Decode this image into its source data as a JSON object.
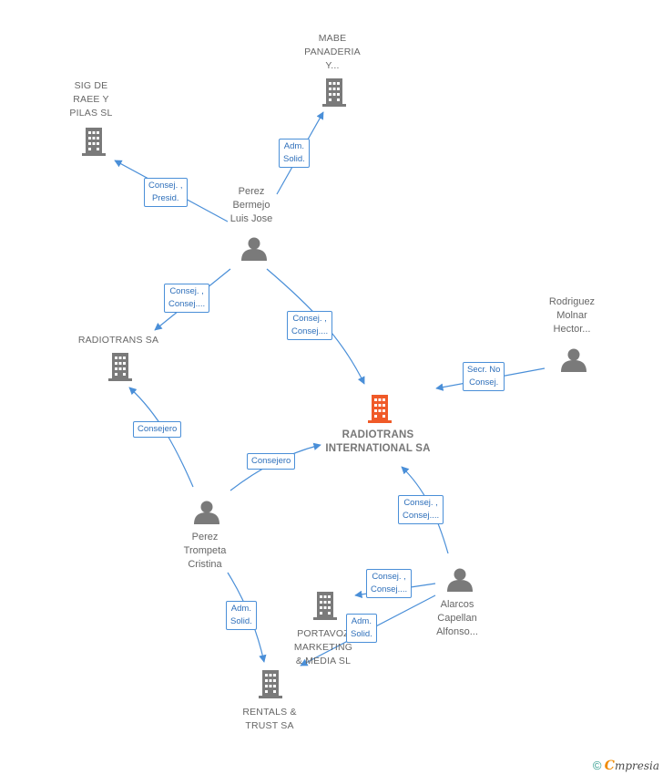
{
  "nodes": {
    "mabe": {
      "label": "MABE\nPANADERIA\nY...",
      "icon": "building-icon"
    },
    "sig": {
      "label": "SIG DE\nRAEE Y\nPILAS  SL",
      "icon": "building-icon"
    },
    "bermejo": {
      "label": "Perez\nBermejo\nLuis Jose",
      "icon": "person-icon"
    },
    "rodriguez": {
      "label": "Rodriguez\nMolnar\nHector...",
      "icon": "person-icon"
    },
    "radiotrans_sa": {
      "label": "RADIOTRANS SA",
      "icon": "building-icon"
    },
    "radiotrans_int": {
      "label": "RADIOTRANS\nINTERNATIONAL SA",
      "icon": "building-icon"
    },
    "trompeta": {
      "label": "Perez\nTrompeta\nCristina",
      "icon": "person-icon"
    },
    "alarcos": {
      "label": "Alarcos\nCapellan\nAlfonso...",
      "icon": "person-icon"
    },
    "portavoz": {
      "label": "PORTAVOZ\nMARKETING\n& MEDIA  SL",
      "icon": "building-icon"
    },
    "rentals": {
      "label": "RENTALS &\nTRUST SA",
      "icon": "building-icon"
    }
  },
  "edges": {
    "e1": "Adm.\nSolid.",
    "e2": "Consej. ,\nPresid.",
    "e3": "Consej. ,\nConsej....",
    "e4": "Consej. ,\nConsej....",
    "e5": "Secr.  No\nConsej.",
    "e6": "Consejero",
    "e7": "Consejero",
    "e8": "Consej. ,\nConsej....",
    "e9": "Adm.\nSolid.",
    "e10": "Consej. ,\nConsej....",
    "e11": "Adm.\nSolid."
  },
  "colors": {
    "line": "#4a8fd8",
    "icon": "#7a7a7a",
    "highlight": "#f05a28"
  },
  "footer": {
    "copyright": "©",
    "brand_initial": "C",
    "brand_rest": "mpresia"
  }
}
